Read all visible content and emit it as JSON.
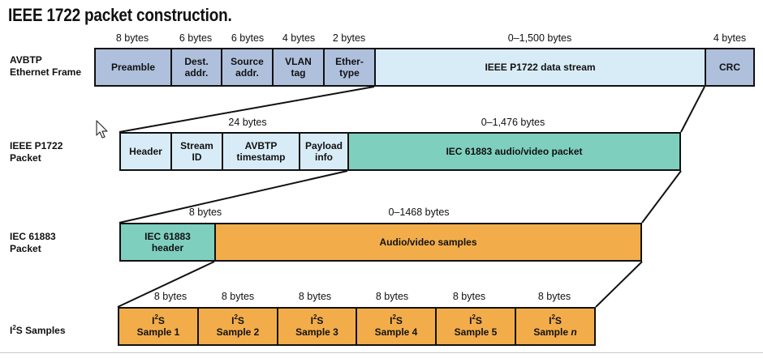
{
  "title": "IEEE 1722 packet construction.",
  "rows": {
    "avbtp": [
      "AVBTP",
      "Ethernet Frame"
    ],
    "p1722": [
      "IEEE P1722",
      "Packet"
    ],
    "iec": [
      "IEC 61883",
      "Packet"
    ],
    "i2s": {
      "prefix": "I",
      "sup": "2",
      "suffix": "S Samples"
    }
  },
  "ethernet": {
    "sizes": [
      "8 bytes",
      "6 bytes",
      "6 bytes",
      "4 bytes",
      "2 bytes",
      "0–1,500 bytes",
      "4 bytes"
    ],
    "fields": [
      [
        "Preamble"
      ],
      [
        "Dest.",
        "addr."
      ],
      [
        "Source",
        "addr."
      ],
      [
        "VLAN",
        "tag"
      ],
      [
        "Ether-",
        "type"
      ],
      [
        "IEEE P1722 data stream"
      ],
      [
        "CRC"
      ]
    ]
  },
  "p1722": {
    "sizes": [
      "24 bytes",
      "0–1,476 bytes"
    ],
    "fields": [
      [
        "Header"
      ],
      [
        "Stream",
        "ID"
      ],
      [
        "AVBTP",
        "timestamp"
      ],
      [
        "Payload",
        "info"
      ],
      [
        "IEC 61883 audio/video packet"
      ]
    ]
  },
  "iec": {
    "sizes": [
      "8 bytes",
      "0–1468 bytes"
    ],
    "fields": [
      [
        "IEC 61883",
        "header"
      ],
      [
        "Audio/video samples"
      ]
    ]
  },
  "samples": {
    "sizes": [
      "8 bytes",
      "8 bytes",
      "8 bytes",
      "8 bytes",
      "8 bytes",
      "8 bytes"
    ],
    "i2s": {
      "prefix": "I",
      "sup": "2",
      "suffix": "S"
    },
    "word": "Sample",
    "ids": [
      "1",
      "2",
      "3",
      "4",
      "5",
      "n"
    ]
  },
  "colors": {
    "blue": "#afc0dd",
    "light_blue": "#d8ecf7",
    "teal": "#7fcfbf",
    "orange": "#f2ad4a"
  }
}
